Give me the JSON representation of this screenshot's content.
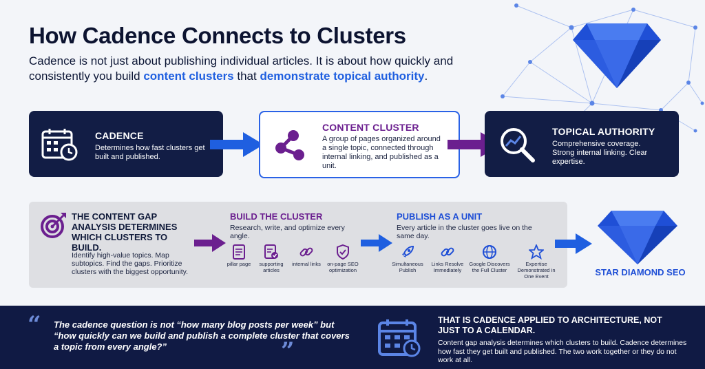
{
  "header": {
    "title": "How Cadence Connects to Clusters",
    "intro_prefix": "Cadence is not just about publishing individual articles. It is about how quickly and consistently you build ",
    "intro_hl1": "content clusters",
    "intro_mid": " that ",
    "intro_hl2": "demonstrate topical authority",
    "intro_suffix": "."
  },
  "top_cards": {
    "cadence": {
      "title": "CADENCE",
      "text": "Determines how fast clusters get built and published.",
      "icon": "calendar-clock-icon"
    },
    "cluster": {
      "title": "CONTENT CLUSTER",
      "text": "A group of pages organized around a single topic, connected through internal linking, and published as a unit.",
      "icon": "share-nodes-icon"
    },
    "authority": {
      "title": "TOPICAL AUTHORITY",
      "text": "Comprehensive coverage. Strong internal linking. Clear expertise.",
      "icon": "magnifier-chart-icon"
    }
  },
  "middle": {
    "gap": {
      "title": "THE CONTENT GAP ANALYSIS DETERMINES WHICH CLUSTERS TO BUILD.",
      "text": "Identify high-value topics. Map subtopics. Find the gaps. Prioritize clusters with the biggest opportunity.",
      "icon": "target-icon"
    },
    "build": {
      "title": "BUILD THE CLUSTER",
      "text": "Research, write, and optimize every angle.",
      "items": [
        {
          "label": "pillar page",
          "icon": "document-icon"
        },
        {
          "label": "supporting articles",
          "icon": "document-check-icon"
        },
        {
          "label": "internal links",
          "icon": "link-icon"
        },
        {
          "label": "on-page SEO optimization",
          "icon": "shield-check-icon"
        }
      ]
    },
    "publish": {
      "title": "PUBLISH AS A UNIT",
      "text": "Every article in the cluster goes live on the same day.",
      "items": [
        {
          "label": "Simultaneous Publish",
          "icon": "rocket-icon"
        },
        {
          "label": "Links Resolve Immediately",
          "icon": "link-icon"
        },
        {
          "label": "Google Discovers the Full Cluster",
          "icon": "web-icon"
        },
        {
          "label": "Expertise Demonstrated in One Event",
          "icon": "star-icon"
        }
      ]
    },
    "result_label": "STAR DIAMOND SEO"
  },
  "bottom": {
    "quote": "The cadence question is not “how many blog posts per week” but “how quickly can we build and publish a complete cluster that covers a topic from every angle?”",
    "title": "THAT IS CADENCE APPLIED TO ARCHITECTURE, NOT JUST TO A CALENDAR.",
    "text": "Content gap analysis determines which clusters to build. Cadence determines how fast they get built and published. The two work together or they do not work at all.",
    "icon": "calendar-icon"
  },
  "colors": {
    "navy": "#121d45",
    "blue": "#2a62e6",
    "purple": "#6b1f8f",
    "accent_text": "#1f5fe0"
  }
}
